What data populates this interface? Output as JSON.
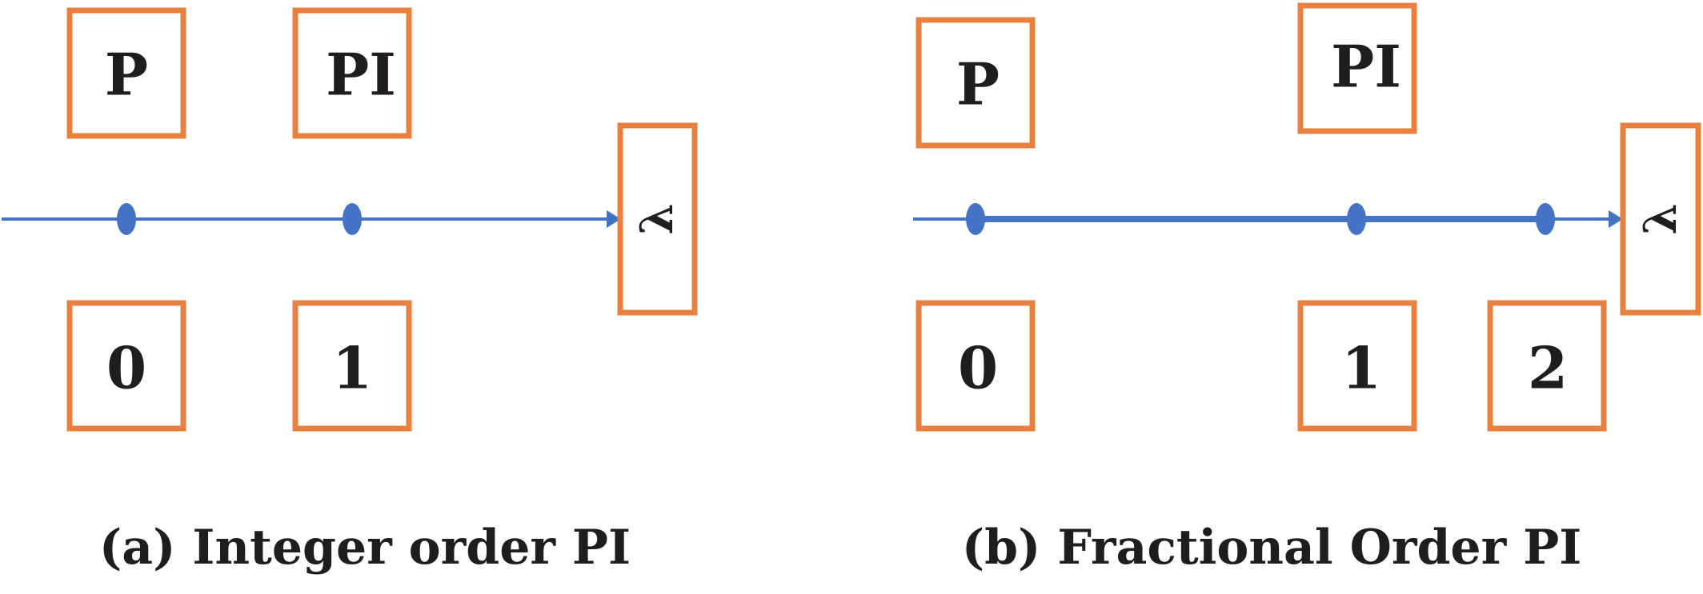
{
  "colors": {
    "box_border": "#E8803F",
    "axis_line": "#4472C4",
    "text": "#1E1E1E",
    "background": "#FFFFFF"
  },
  "panel_a": {
    "caption": "(a) Integer order PI",
    "top_labels": [
      "P",
      "PI"
    ],
    "bottom_labels": [
      "0",
      "1"
    ],
    "axis_label": "λ"
  },
  "panel_b": {
    "caption": "(b) Fractional Order PI",
    "top_labels": [
      "P",
      "PI"
    ],
    "bottom_labels": [
      "0",
      "1",
      "2"
    ],
    "axis_label": "λ"
  }
}
